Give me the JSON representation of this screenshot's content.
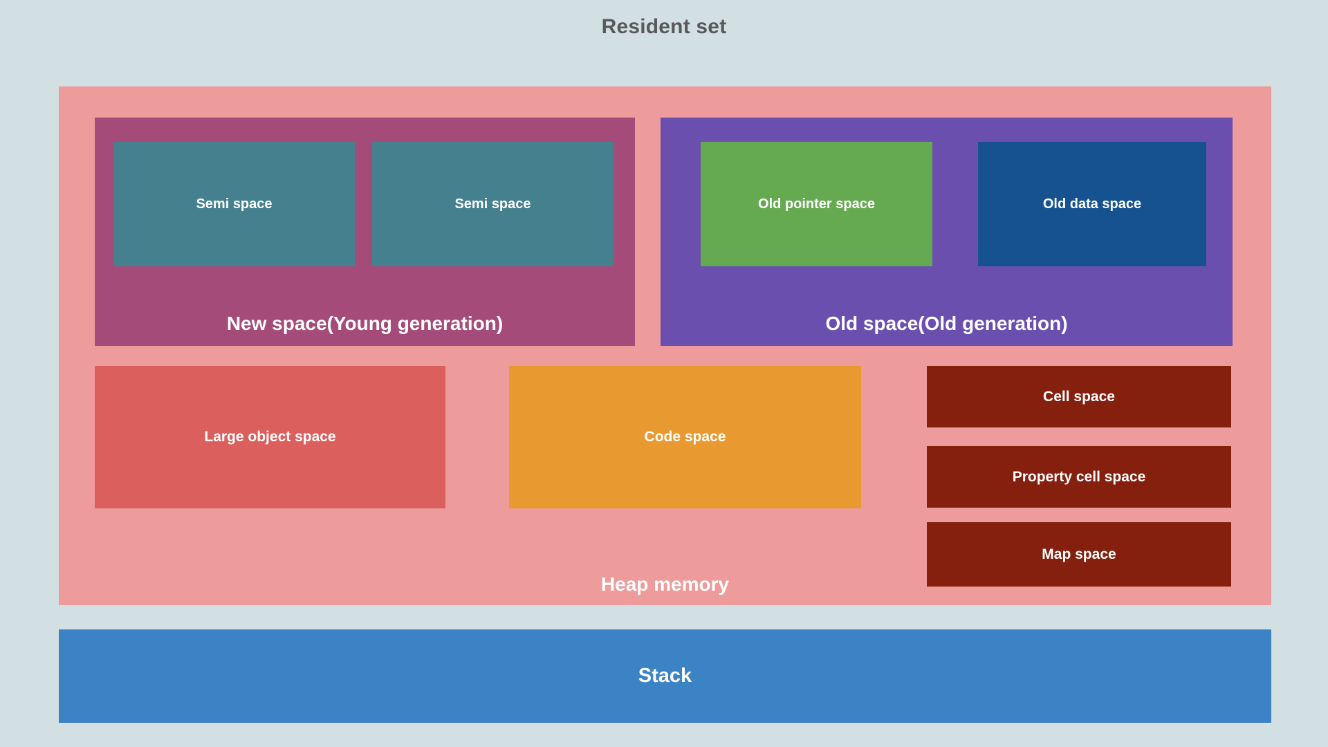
{
  "diagram": {
    "title": "Resident set",
    "background_color": "#d2e0e3",
    "title_color": "#595959"
  },
  "heap": {
    "label": "Heap memory",
    "color": "#ee9b9b",
    "new_space": {
      "label": "New space(Young generation)",
      "color": "#a44b79",
      "children": [
        {
          "label": "Semi space",
          "color": "#45808e"
        },
        {
          "label": "Semi space",
          "color": "#45808e"
        }
      ]
    },
    "old_space": {
      "label": "Old space(Old generation)",
      "color": "#6a4faf",
      "children": [
        {
          "label": "Old pointer space",
          "color": "#65aa50"
        },
        {
          "label": "Old data space",
          "color": "#15528f"
        }
      ]
    },
    "large_object_space": {
      "label": "Large object space",
      "color": "#db5f5c"
    },
    "code_space": {
      "label": "Code space",
      "color": "#e8992f"
    },
    "small_spaces": [
      {
        "label": "Cell space",
        "color": "#84200d"
      },
      {
        "label": "Property cell space",
        "color": "#84200d"
      },
      {
        "label": "Map space",
        "color": "#84200d"
      }
    ]
  },
  "stack": {
    "label": "Stack",
    "color": "#3b83c4"
  }
}
